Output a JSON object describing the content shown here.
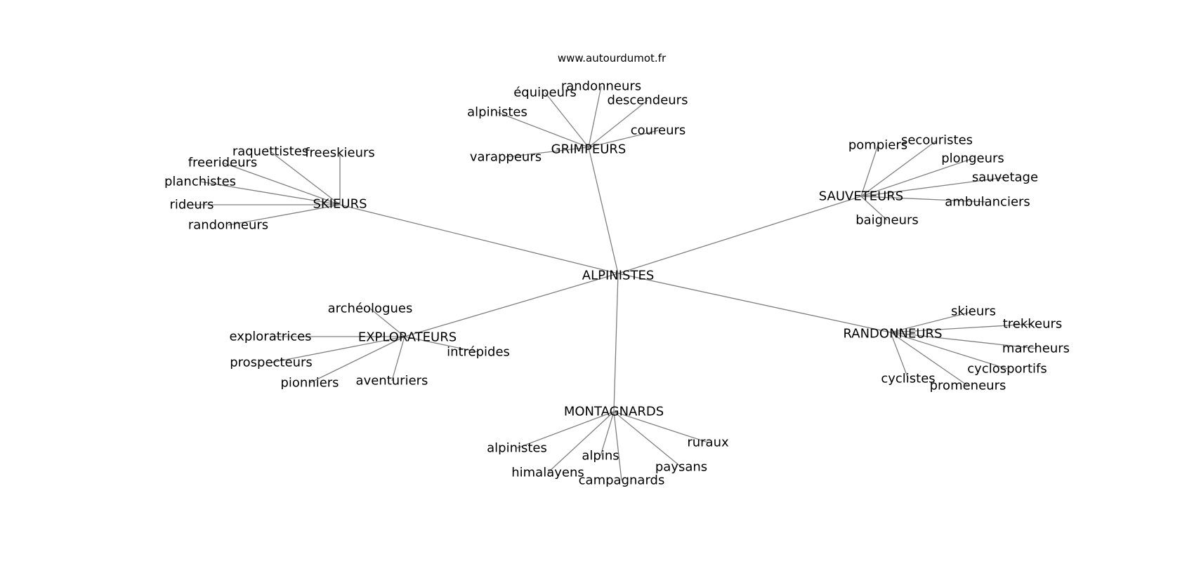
{
  "watermark": "www.autourdumot.fr",
  "center": "ALPINISTES",
  "groups": [
    {
      "hub": "GRIMPEURS",
      "leaves": [
        "randonneurs",
        "équipeurs",
        "descendeurs",
        "alpinistes",
        "coureurs",
        "varappeurs"
      ]
    },
    {
      "hub": "SKIEURS",
      "leaves": [
        "raquettistes",
        "freeskieurs",
        "freerideurs",
        "planchistes",
        "rideurs",
        "randonneurs"
      ]
    },
    {
      "hub": "SAUVETEURS",
      "leaves": [
        "pompiers",
        "secouristes",
        "plongeurs",
        "sauvetage",
        "ambulanciers",
        "baigneurs"
      ]
    },
    {
      "hub": "EXPLORATEURS",
      "leaves": [
        "archéologues",
        "exploratrices",
        "intrépides",
        "prospecteurs",
        "aventuriers",
        "pionniers"
      ]
    },
    {
      "hub": "RANDONNEURS",
      "leaves": [
        "skieurs",
        "trekkeurs",
        "marcheurs",
        "cyclosportifs",
        "cyclistes",
        "promeneurs"
      ]
    },
    {
      "hub": "MONTAGNARDS",
      "leaves": [
        "ruraux",
        "alpinistes",
        "alpins",
        "paysans",
        "himalayens",
        "campagnards"
      ]
    }
  ],
  "colors": {
    "edge": "#808080",
    "text": "#000000",
    "background": "#ffffff"
  }
}
